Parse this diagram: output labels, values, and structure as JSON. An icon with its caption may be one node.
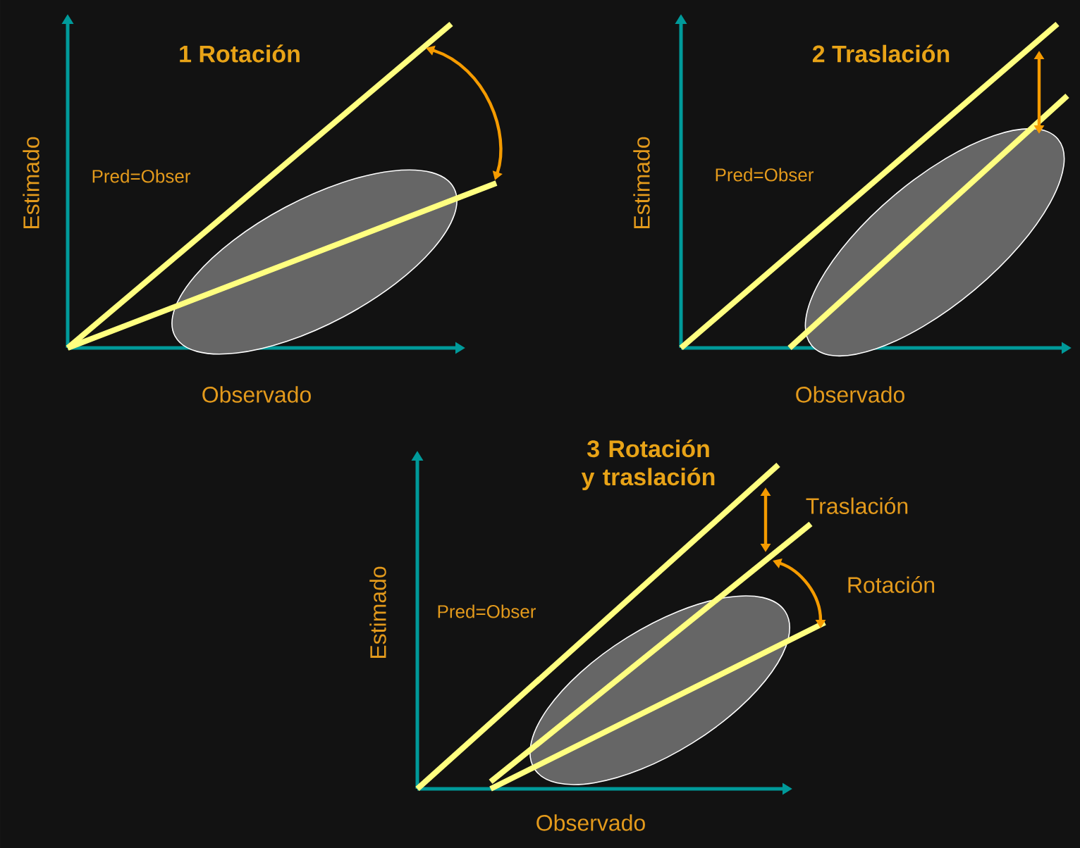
{
  "diagram": {
    "labels": [
      "1 Rotación",
      "2 Traslación",
      "Estimado",
      "Pred=Obser",
      "Estimado",
      "Pred=Obser",
      "Observado",
      "Observado",
      "3 Rotación y traslación",
      "Traslación",
      "Estimado",
      "Rotación",
      "Pred=Obser",
      "Observado"
    ]
  }
}
